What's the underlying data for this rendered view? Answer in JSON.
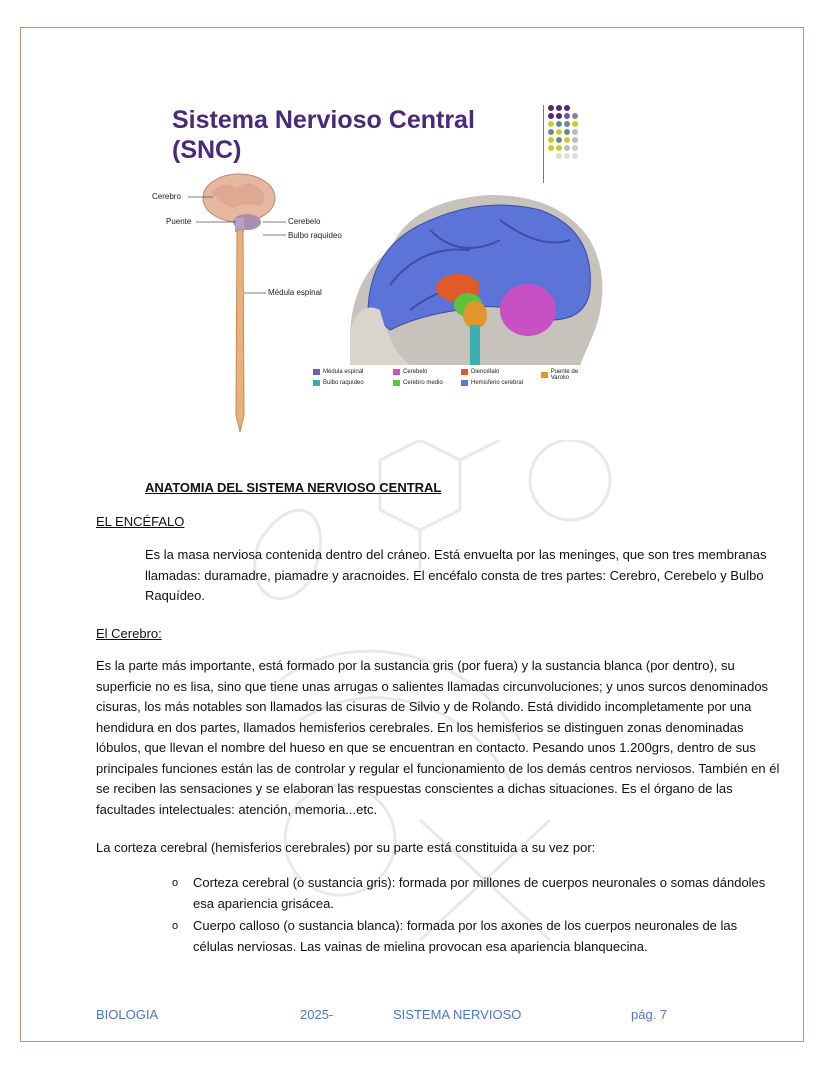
{
  "slide": {
    "title_line1": "Sistema Nervioso Central",
    "title_line2": "(SNC)",
    "labels": {
      "cerebro": "Cerebro",
      "puente": "Puente",
      "cerebelo": "Cerebelo",
      "bulbo": "Bulbo raquideo",
      "medula": "Médula espinal"
    },
    "legend": [
      {
        "label": "Médula espinal",
        "color": "#7a5ab8"
      },
      {
        "label": "Cerebelo",
        "color": "#c94fc4"
      },
      {
        "label": "Diencéfalo",
        "color": "#e05a2a"
      },
      {
        "label": "Puente de Varolio",
        "color": "#e0962a"
      },
      {
        "label": "Bulbo raquídeo",
        "color": "#3aaeb0"
      },
      {
        "label": "Cerebro medio",
        "color": "#5cc43a"
      },
      {
        "label": "Hemisferio cerebral",
        "color": "#5a78d8"
      }
    ]
  },
  "doc": {
    "heading": "ANATOMIA DEL SISTEMA NERVIOSO CENTRAL",
    "sub1": "EL ENCÉFALO",
    "p1": "Es la masa nerviosa contenida dentro del cráneo. Está envuelta por las meninges, que son tres membranas llamadas: duramadre, piamadre y aracnoides. El encéfalo consta de tres partes: Cerebro, Cerebelo y Bulbo Raquídeo.",
    "sub2": "El Cerebro:",
    "p2": "Es la parte más importante, está formado por la sustancia gris (por fuera) y la sustancia blanca (por dentro), su superficie no es lisa, sino que tiene unas arrugas o salientes llamadas circunvoluciones; y unos surcos denominados cisuras, los más notables son llamados las cisuras de Silvio y de Rolando. Está dividido incompletamente por una hendidura en dos partes, llamados hemisferios cerebrales. En los hemisferios se distinguen zonas denominadas lóbulos, que llevan el nombre del hueso en que se encuentran en contacto. Pesando unos 1.200grs, dentro de sus principales funciones están las de controlar y regular el funcionamiento de los demás centros nerviosos. También en él se reciben las sensaciones y se elaboran las respuestas conscientes a dichas situaciones. Es el órgano de las facultades intelectuales: atención, memoria...etc.",
    "p3": "La corteza cerebral (hemisferios cerebrales) por su parte está constituida a su vez por:",
    "bullet_marker": "o",
    "bullets": [
      "Corteza cerebral (o sustancia gris): formada por millones de cuerpos neuronales o somas dándoles esa apariencia grisácea.",
      "Cuerpo calloso (o sustancia blanca): formada por los axones de los cuerpos neuronales de las células nerviosas. Las vainas de mielina provocan esa apariencia blanquecina."
    ]
  },
  "footer": {
    "subject": "BIOLOGIA",
    "year": "2025-",
    "topic": "SISTEMA NERVIOSO",
    "page": "pág. 7"
  }
}
